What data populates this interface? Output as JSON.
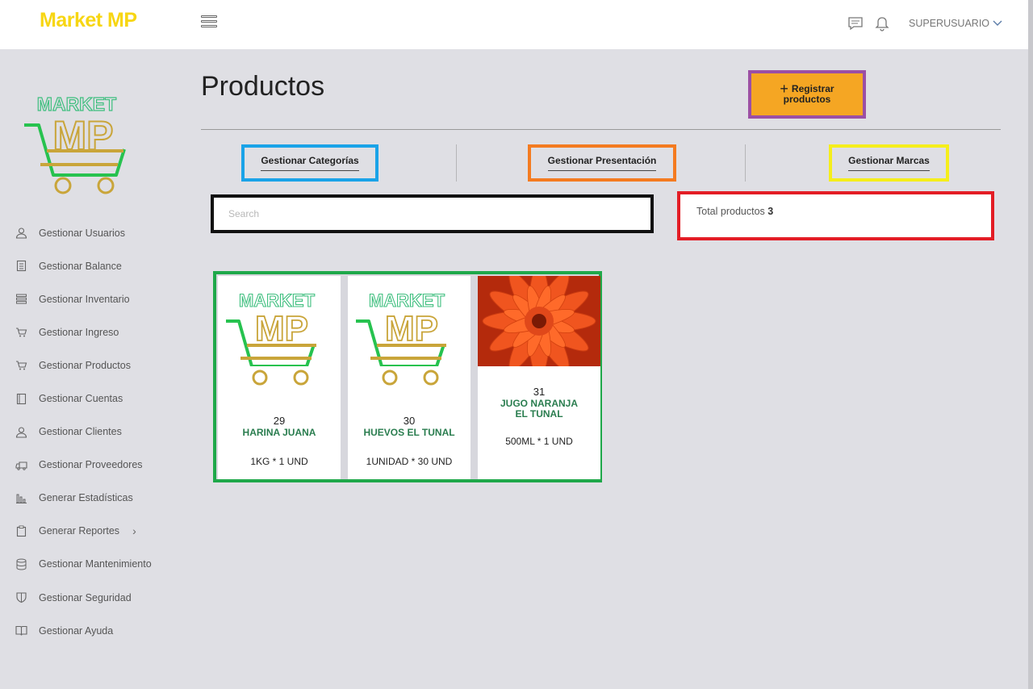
{
  "app": {
    "brand": "Market MP",
    "user": "SUPERUSUARIO"
  },
  "topbar": {
    "icons": [
      "menu-icon",
      "chat-icon",
      "bell-icon",
      "chevron-down-icon"
    ]
  },
  "sidebar": {
    "logo_text": "MARKET MP",
    "items": [
      {
        "label": "Gestionar Usuarios",
        "icon": "user-icon"
      },
      {
        "label": "Gestionar Balance",
        "icon": "receipt-icon"
      },
      {
        "label": "Gestionar Inventario",
        "icon": "list-icon"
      },
      {
        "label": "Gestionar Ingreso",
        "icon": "cart-icon"
      },
      {
        "label": "Gestionar Productos",
        "icon": "cart-icon"
      },
      {
        "label": "Gestionar Cuentas",
        "icon": "book-icon"
      },
      {
        "label": "Gestionar Clientes",
        "icon": "user-icon"
      },
      {
        "label": "Gestionar Proveedores",
        "icon": "truck-icon"
      },
      {
        "label": "Generar Estadísticas",
        "icon": "bar-chart-icon"
      },
      {
        "label": "Generar Reportes",
        "icon": "clipboard-icon"
      },
      {
        "label": "Gestionar Mantenimiento",
        "icon": "database-icon"
      },
      {
        "label": "Gestionar Seguridad",
        "icon": "shield-icon"
      },
      {
        "label": "Gestionar Ayuda",
        "icon": "open-book-icon"
      }
    ]
  },
  "main": {
    "title": "Productos",
    "register_label": "Registrar productos",
    "manage": {
      "categorias": "Gestionar Categorías",
      "presentacion": "Gestionar Presentación",
      "marcas": "Gestionar Marcas"
    },
    "search": {
      "placeholder": "Search",
      "value": ""
    },
    "total": {
      "label": "Total productos",
      "count": "3"
    },
    "products": [
      {
        "id": "29",
        "name": "HARINA JUANA",
        "desc": "1KG * 1 UND",
        "image": "market-mp-logo"
      },
      {
        "id": "30",
        "name": "HUEVOS EL TUNAL",
        "desc": "1UNIDAD * 30 UND",
        "image": "market-mp-logo"
      },
      {
        "id": "31",
        "name": "JUGO NARANJA EL TUNAL",
        "desc": "500ML * 1 UND",
        "image": "orange-flower-photo"
      }
    ]
  },
  "colors": {
    "brand": "#f7d613",
    "register_bg": "#f5a623",
    "register_border": "#9b4fa5",
    "categorias_border": "#1aa3e8",
    "presentacion_border": "#f47b20",
    "marcas_border": "#f5ee1c",
    "total_border": "#e31d25",
    "products_border": "#1fa84a",
    "product_name": "#2a7d4f"
  }
}
